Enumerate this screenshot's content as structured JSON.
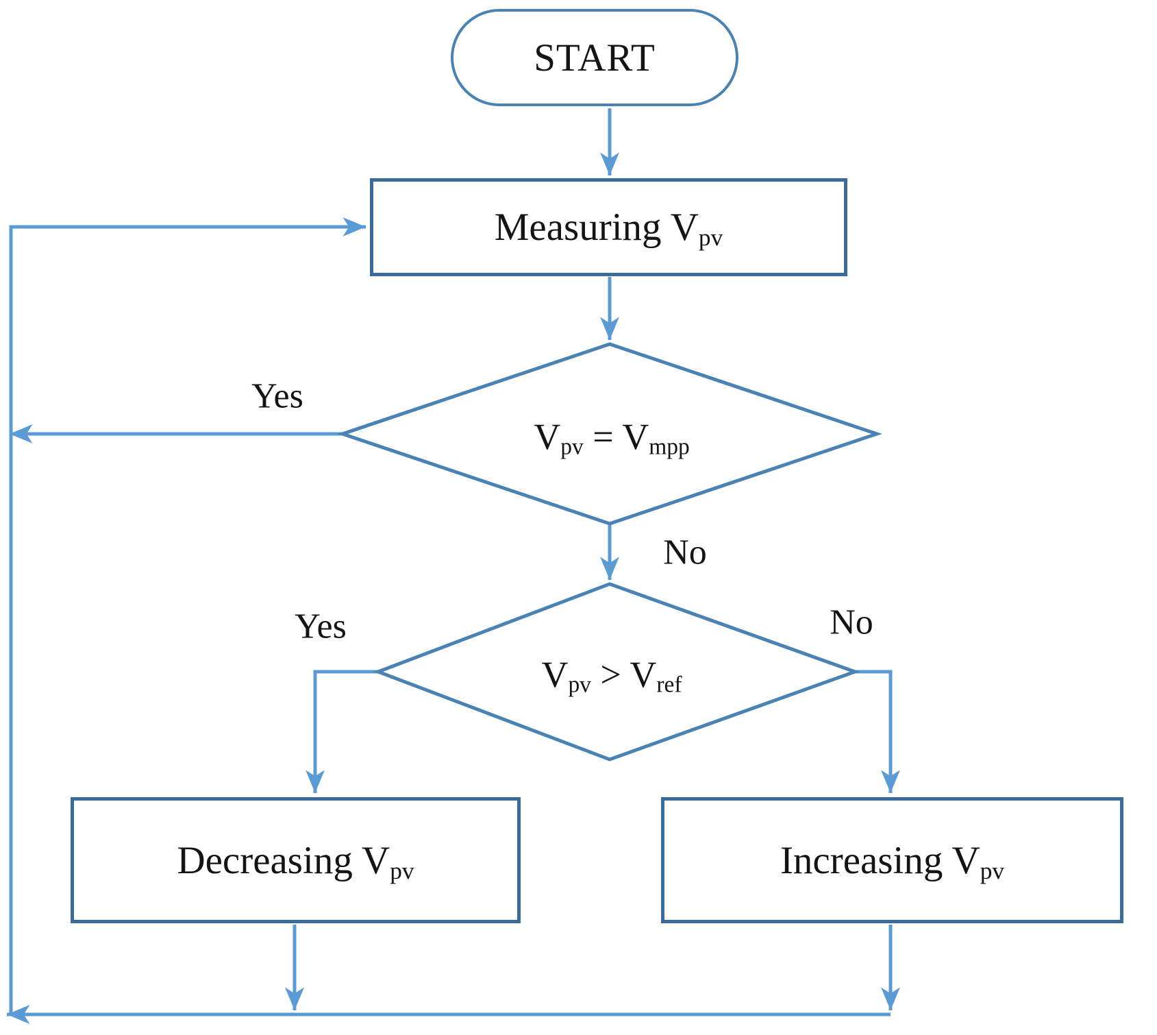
{
  "colors": {
    "rect_border": "#3a6b9c",
    "diamond_border": "#4a82b4",
    "oval_border": "#4a82b4",
    "arrow": "#5b9bd5",
    "text": "#141414"
  },
  "nodes": {
    "start": {
      "label": "START"
    },
    "measure": {
      "label_main": "Measuring V",
      "label_sub": "pv"
    },
    "decision1": {
      "t1": "V",
      "s1": "pv",
      "mid": " = V",
      "s2": "mpp"
    },
    "decision2": {
      "t1": "V",
      "s1": "pv",
      "mid": " > V",
      "s2": "ref"
    },
    "decrease": {
      "label_main": "Decreasing V",
      "label_sub": "pv"
    },
    "increase": {
      "label_main": "Increasing V",
      "label_sub": "pv"
    }
  },
  "edge_labels": {
    "d1_yes": "Yes",
    "d1_no": "No",
    "d2_yes": "Yes",
    "d2_no": "No"
  }
}
